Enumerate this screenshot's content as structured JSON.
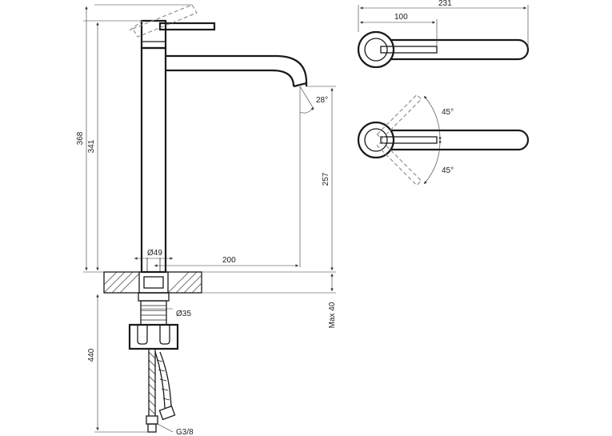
{
  "dimensions": {
    "overall_height": "368",
    "spout_height": "341",
    "under_spout_height": "257",
    "spout_reach": "200",
    "body_diameter": "Ø49",
    "shank_diameter": "Ø35",
    "max_counter_thickness": "Max 40",
    "hose_length": "440",
    "connection_thread": "G3/8",
    "spout_angle": "28°",
    "top_overall_length": "231",
    "top_lever_length": "100",
    "lever_rotation_up": "45°",
    "lever_rotation_down": "45°"
  }
}
